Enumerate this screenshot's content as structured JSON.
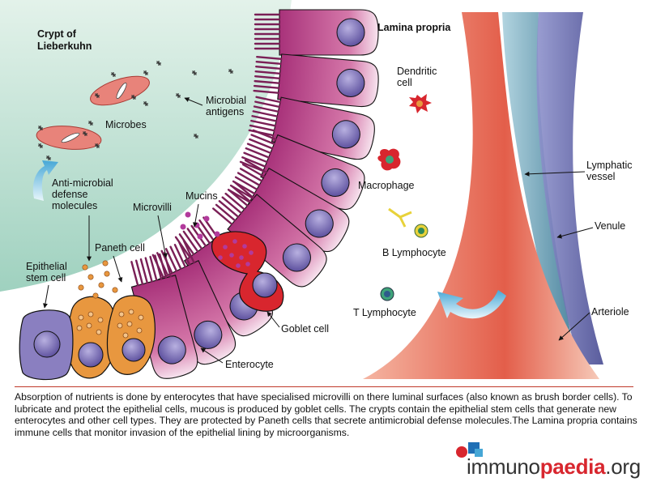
{
  "labels": {
    "crypt": [
      "Crypt of",
      "Lieberkuhn"
    ],
    "lamina_propria": "Lamina propria",
    "microbes": "Microbes",
    "microbial_antigens": [
      "Microbial",
      "antigens"
    ],
    "anti_microbial": [
      "Anti-microbial",
      "defense",
      "molecules"
    ],
    "microvilli": "Microvilli",
    "mucins": "Mucins",
    "paneth_cell": "Paneth cell",
    "epithelial_stem_cell": [
      "Epithelial",
      "stem cell"
    ],
    "goblet_cell": "Goblet cell",
    "enterocyte": "Enterocyte",
    "dendritic_cell": [
      "Dendritic",
      "cell"
    ],
    "macrophage": "Macrophage",
    "b_lymphocyte": "B Lymphocyte",
    "t_lymphocyte": "T Lymphocyte",
    "lymphatic_vessel": [
      "Lymphatic",
      "vessel"
    ],
    "venule": "Venule",
    "arteriole": "Arteriole"
  },
  "caption": "Absorption of nutrients is done by enterocytes that have specialised microvilli on there luminal surfaces (also known as brush border cells). To lubricate and protect the epithelial cells, mucous is produced by goblet cells. The crypts contain the epithelial stem cells that generate new enterocytes and other cell types. They are protected by Paneth cells that secrete antimicrobial defense molecules.The Lamina propria contains immune cells that monitor invasion of the epithelial lining by microorganisms.",
  "logo": {
    "part1": "immuno",
    "part2": "paedia",
    "part3": ".org"
  },
  "colors": {
    "lumen": "#c9e6d8",
    "enterocyte": "#b5457f",
    "nucleus": "#6a5aa8",
    "paneth": "#e8973f",
    "goblet": "#d8262e",
    "arteriole": "#e8705a",
    "venule": "#5b5ea6",
    "lymphatic": "#4e86a0"
  }
}
